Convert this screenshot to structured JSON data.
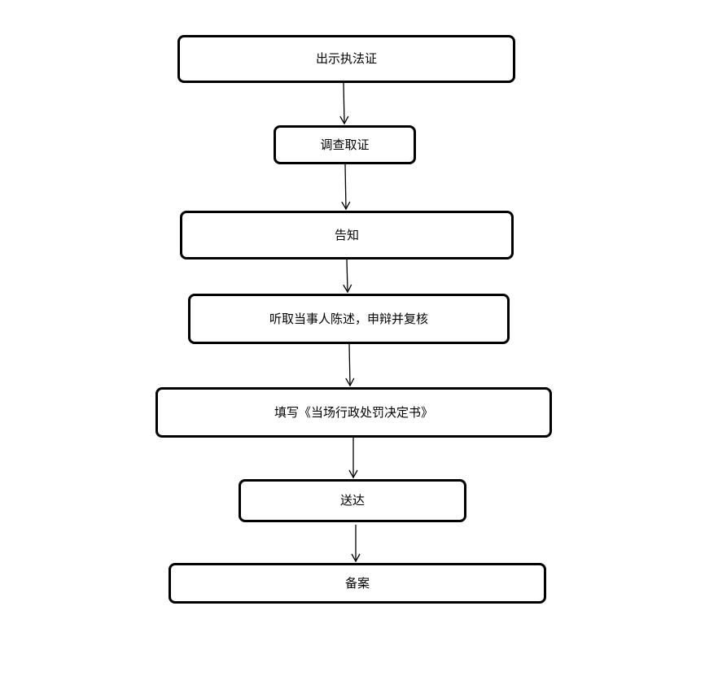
{
  "flowchart": {
    "steps": [
      {
        "id": "show-certificate",
        "label": "出示执法证"
      },
      {
        "id": "investigate",
        "label": "调查取证"
      },
      {
        "id": "notify",
        "label": "告知"
      },
      {
        "id": "hear-statement",
        "label": "听取当事人陈述，申辩并复核"
      },
      {
        "id": "fill-decision",
        "label": "填写《当场行政处罚决定书》"
      },
      {
        "id": "deliver",
        "label": "送达"
      },
      {
        "id": "file-record",
        "label": "备案"
      }
    ],
    "edges": [
      {
        "from": "show-certificate",
        "to": "investigate"
      },
      {
        "from": "investigate",
        "to": "notify"
      },
      {
        "from": "notify",
        "to": "hear-statement"
      },
      {
        "from": "hear-statement",
        "to": "fill-decision"
      },
      {
        "from": "fill-decision",
        "to": "deliver"
      },
      {
        "from": "deliver",
        "to": "file-record"
      }
    ],
    "colors": {
      "stroke": "#000000",
      "background": "#ffffff"
    }
  }
}
